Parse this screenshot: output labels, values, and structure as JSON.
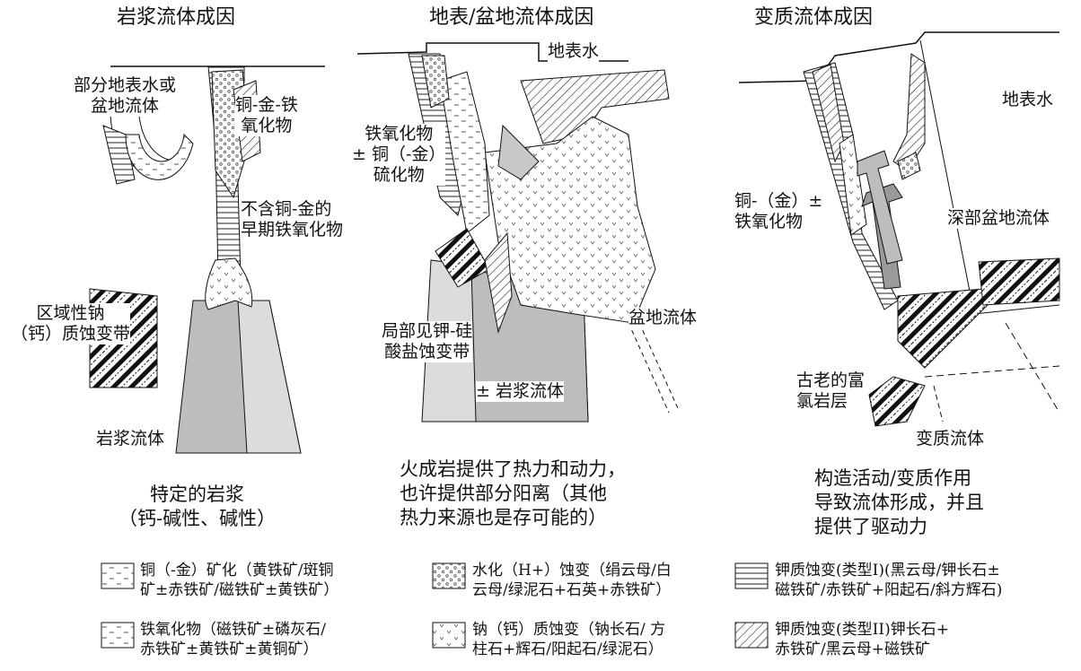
{
  "titles": {
    "magmatic": "岩浆流体成因",
    "surface_basin": "地表/盆地流体成因",
    "metamorphic": "变质流体成因"
  },
  "panel1": {
    "partial_surface_water": "部分地表水或\n盆地流体",
    "cu_au_fe_oxide": "铜-金-铁\n氧化物",
    "early_fe_oxide": "不含铜-金的\n早期铁氧化物",
    "regional_na_ca": "区域性钠\n（钙）质蚀变带",
    "magmatic_fluid": "岩浆流体",
    "caption": "特定的岩浆\n（钙-碱性、碱性）"
  },
  "panel2": {
    "surface_water": "地表水",
    "fe_oxide_cu_au_sulfide": "铁氧化物\n± 铜（-金）\n硫化物",
    "local_k_silicate": "局部见钾-硅\n酸盐蚀变带",
    "basin_fluid": "盆地流体",
    "pm_magmatic_fluid": "± 岩浆流体",
    "caption": "火成岩提供了热力和动力，\n也许提供部分阳离（其他\n热力来源也是存可能的）"
  },
  "panel3": {
    "surface_water": "地表水",
    "cu_au_fe_oxide": "铜-（金）±\n铁氧化物",
    "deep_basin_fluid": "深部盆地流体",
    "old_chlorine_strata": "古老的富\n氯岩层",
    "metamorphic_fluid": "变质流体",
    "caption": "构造活动/变质作用\n导致流体形成，并且\n提供了驱动力"
  },
  "legend": [
    {
      "pattern": "cu-au-dash-pattern",
      "text": "铜（-金）矿化（黄铁矿/斑铜\n矿±赤铁矿/磁铁矿±黄铁矿）"
    },
    {
      "pattern": "hydrolytic-circle-pattern",
      "text": "水化（H+）蚀变（绢云母/白\n云母/绿泥石+石英+赤铁矿）"
    },
    {
      "pattern": "k-horizontal-line-pattern",
      "text": "钾质蚀变(类型I)(黑云母/钾长石±\n磁铁矿/赤铁矿+阳起石/斜方辉石)"
    },
    {
      "pattern": "fe-oxide-dash-pattern",
      "text": "铁氧化物（磁铁矿±磷灰石/\n赤铁矿±黄铁矿±黄铜矿）"
    },
    {
      "pattern": "na-ca-v-pattern",
      "text": "钠（钙）质蚀变（钠长石/ 方\n柱石+辉石/阳起石/绿泥石）"
    },
    {
      "pattern": "k-diagonal-hatch-pattern",
      "text": "钾质蚀变(类型II)钾长石+\n赤铁矿/黑云母+磁铁矿"
    }
  ]
}
